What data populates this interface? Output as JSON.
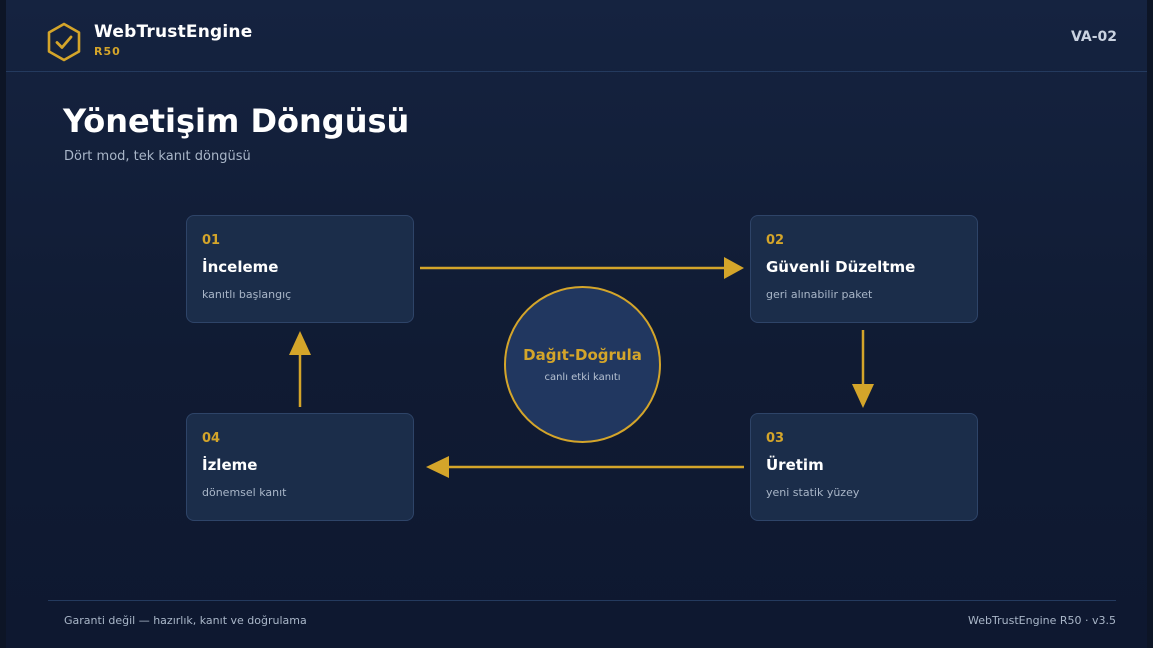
{
  "header": {
    "brand_name": "WebTrustEngine",
    "brand_sub": "R50",
    "doc_code": "VA-02"
  },
  "page": {
    "title": "Yönetişim Döngüsü",
    "subtitle": "Dört mod, tek kanıt döngüsü"
  },
  "cycle": {
    "steps": [
      {
        "num": "01",
        "name": "İnceleme",
        "desc": "kanıtlı başlangıç"
      },
      {
        "num": "02",
        "name": "Güvenli Düzeltme",
        "desc": "geri alınabilir paket"
      },
      {
        "num": "03",
        "name": "Üretim",
        "desc": "yeni statik yüzey"
      },
      {
        "num": "04",
        "name": "İzleme",
        "desc": "dönemsel kanıt"
      }
    ],
    "center": {
      "title": "Dağıt-Doğrula",
      "subtitle": "canlı etki kanıtı"
    }
  },
  "footer": {
    "left": "Garanti değil — hazırlık, kanıt ve doğrulama",
    "right": "WebTrustEngine R50 · v3.5"
  },
  "colors": {
    "accent": "#d4a52a",
    "background": "#101b33",
    "card": "#1b2d4a"
  },
  "icons": {
    "logo": "check-hexagon-icon"
  }
}
